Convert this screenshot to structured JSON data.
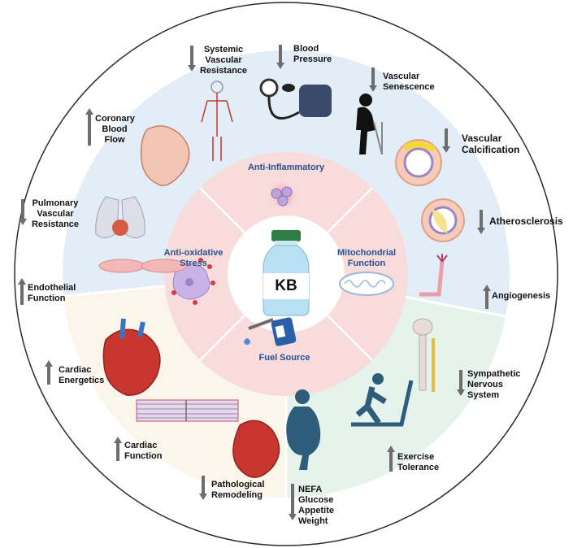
{
  "center": {
    "bottle_label": "KB"
  },
  "inner_sectors": {
    "top": "Anti-Inflammatory",
    "right": "Mitochondrial\nFunction",
    "bottom": "Fuel Source",
    "left": "Anti-oxidative\nStress"
  },
  "effects": [
    {
      "id": "systemic-vascular-resistance",
      "text": "Systemic\nVascular\nResistance",
      "direction": "down"
    },
    {
      "id": "blood-pressure",
      "text": "Blood\nPressure",
      "direction": "down"
    },
    {
      "id": "vascular-senescence",
      "text": "Vascular\nSenescence",
      "direction": "down"
    },
    {
      "id": "vascular-calcification",
      "text": "Vascular\nCalcification",
      "direction": "down"
    },
    {
      "id": "atherosclerosis",
      "text": "Atherosclerosis",
      "direction": "down"
    },
    {
      "id": "angiogenesis",
      "text": "Angiogenesis",
      "direction": "up"
    },
    {
      "id": "sympathetic-nervous-system",
      "text": "Sympathetic\nNervous\nSystem",
      "direction": "down"
    },
    {
      "id": "exercise-tolerance",
      "text": "Exercise\nTolerance",
      "direction": "up"
    },
    {
      "id": "nefa-glucose-appetite-weight",
      "text": "NEFA\nGlucose\nAppetite\nWeight",
      "direction": "down"
    },
    {
      "id": "pathological-remodeling",
      "text": "Pathological\nRemodeling",
      "direction": "down"
    },
    {
      "id": "cardiac-function",
      "text": "Cardiac\nFunction",
      "direction": "up"
    },
    {
      "id": "cardiac-energetics",
      "text": "Cardiac\nEnergetics",
      "direction": "up"
    },
    {
      "id": "endothelial-function",
      "text": "Endothelial\nFunction",
      "direction": "up"
    },
    {
      "id": "pulmonary-vascular-resistance",
      "text": "Pulmonary\nVascular\nResistance",
      "direction": "down"
    },
    {
      "id": "coronary-blood-flow",
      "text": "Coronary\nBlood\nFlow",
      "direction": "up"
    }
  ],
  "colors": {
    "outer_ring": "#2b2b2b",
    "vascular_region": "#e3edf8",
    "cardiac_region": "#fbf6e9",
    "metabolic_region": "#e6f2ec",
    "inner_ring": "#f8dcdc",
    "inner_text": "#2a4f8f",
    "arrow": "#6d6d6d"
  }
}
